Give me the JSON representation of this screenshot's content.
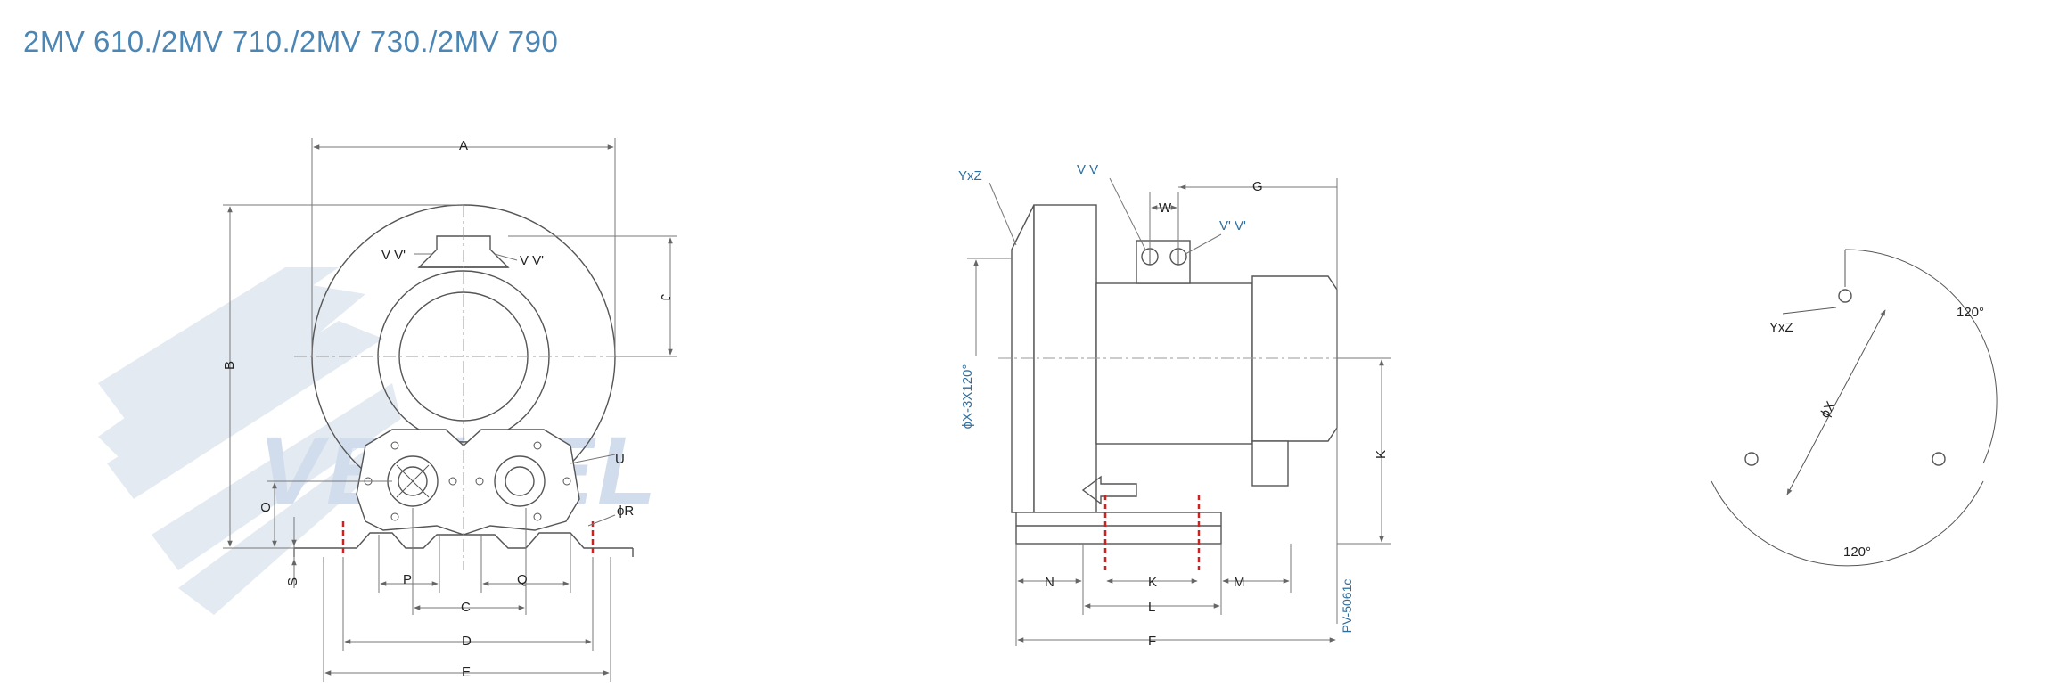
{
  "title": "2MV 610./2MV 710./2MV 730./2MV 790",
  "watermark": {
    "text": "VENTEL",
    "color": "#c9d8ea"
  },
  "colors": {
    "line": "#555555",
    "thin": "#888888",
    "label": "#222222",
    "blue_label": "#2e6fa0",
    "red_center": "#cc2222"
  },
  "front_view": {
    "dims": {
      "A": "A",
      "B": "B",
      "J": "J",
      "O": "O",
      "S": "S",
      "P": "P",
      "Q": "Q",
      "C": "C",
      "D": "D",
      "E": "E",
      "U": "U",
      "R": "ϕR"
    },
    "ports": {
      "left": "V V'",
      "right": "V V'"
    }
  },
  "side_view": {
    "dims": {
      "W": "W",
      "G": "G",
      "K_height": "K",
      "N": "N",
      "K": "K",
      "M": "M",
      "L": "L",
      "F": "F"
    },
    "labels": {
      "yxz": "YxZ",
      "vv": "V V",
      "vv2": "V' V'",
      "flange": "ϕX-3X120°"
    },
    "drawing_no": "PV-5061c"
  },
  "flange_view": {
    "labels": {
      "yxz": "YxZ",
      "x": "ϕX",
      "angle_top": "120°",
      "angle_bottom": "120°"
    }
  }
}
